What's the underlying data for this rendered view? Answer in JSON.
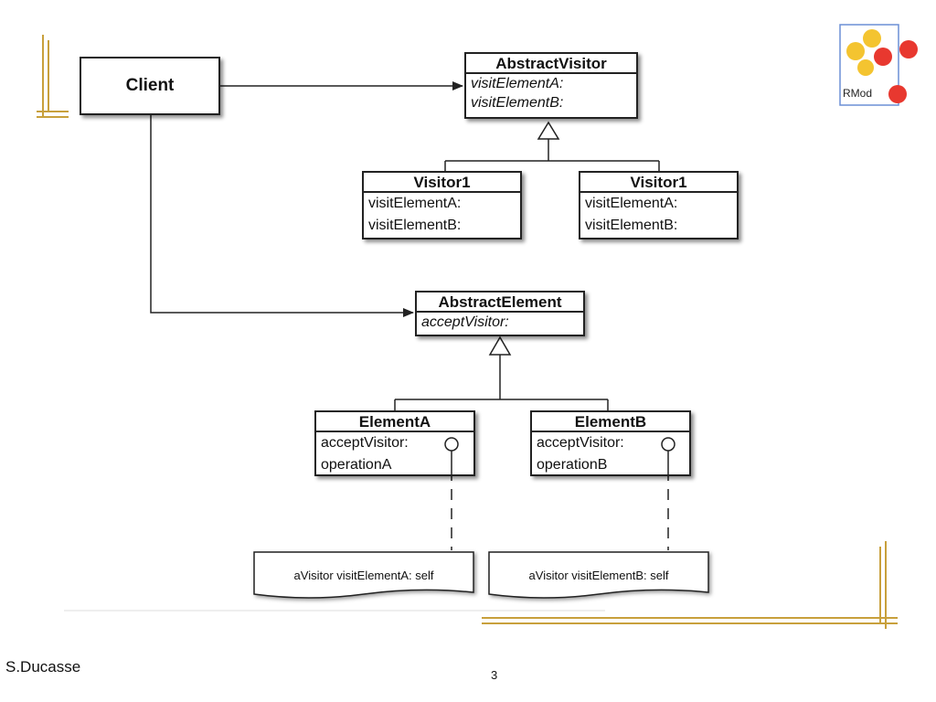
{
  "client": {
    "label": "Client"
  },
  "abstract_visitor": {
    "title": "AbstractVisitor",
    "methods": [
      "visitElementA:",
      "visitElementB:"
    ]
  },
  "visitor_left": {
    "title": "Visitor1",
    "methods": [
      "visitElementA:",
      "visitElementB:"
    ]
  },
  "visitor_right": {
    "title": "Visitor1",
    "methods": [
      "visitElementA:",
      "visitElementB:"
    ]
  },
  "abstract_element": {
    "title": "AbstractElement",
    "methods": [
      "acceptVisitor:"
    ]
  },
  "element_a": {
    "title": "ElementA",
    "methods": [
      "acceptVisitor:",
      "operationA"
    ]
  },
  "element_b": {
    "title": "ElementB",
    "methods": [
      "acceptVisitor:",
      "operationB"
    ]
  },
  "note_a": "aVisitor visitElementA: self",
  "note_b": "aVisitor visitElementB: self",
  "logo": {
    "text": "RMod",
    "colors": [
      "#f4c430",
      "#e8382f"
    ]
  },
  "footer": {
    "author": "S.Ducasse",
    "page": "3"
  },
  "colors": {
    "accent_line": "#c8a03c",
    "line": "#222222"
  }
}
